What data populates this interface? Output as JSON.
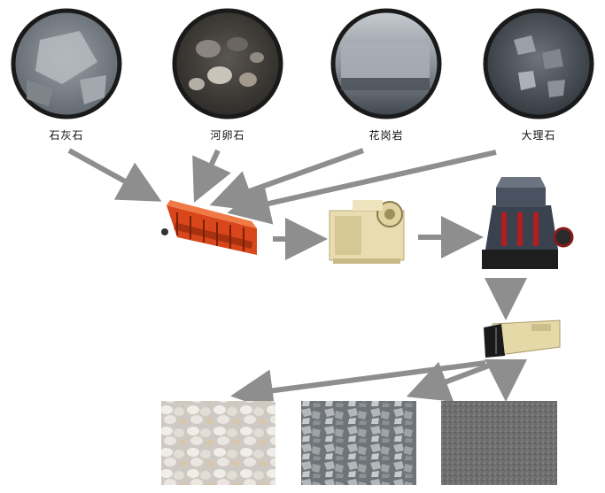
{
  "stones": [
    {
      "label": "石灰石"
    },
    {
      "label": "河卵石"
    },
    {
      "label": "花岗岩"
    },
    {
      "label": "大理石"
    }
  ],
  "machines": [
    {
      "name": "vibrating-feeder",
      "color": "#d9461c"
    },
    {
      "name": "jaw-crusher",
      "color": "#e8dcb0"
    },
    {
      "name": "cone-crusher",
      "color": "#2e3440"
    },
    {
      "name": "vibrating-screen",
      "color": "#e6d9a8"
    }
  ],
  "products": [
    {
      "name": "product-pebbles"
    },
    {
      "name": "product-gravel"
    },
    {
      "name": "product-sand"
    }
  ],
  "colors": {
    "arrow": "#8e8e8e",
    "frame": "#1a1a1a"
  }
}
